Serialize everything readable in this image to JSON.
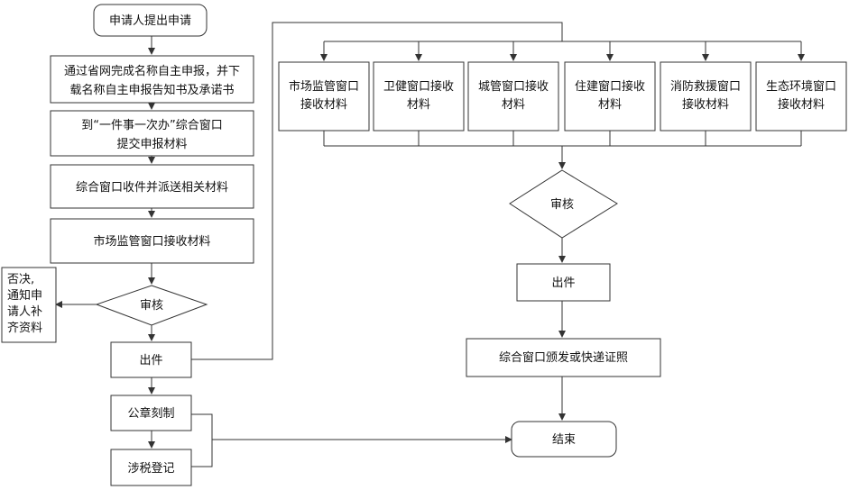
{
  "nodes": {
    "start": [
      "申请人提出申请"
    ],
    "online_apply": [
      "通过省网完成名称自主申报，并下",
      "载名称自主申报告知书及承诺书"
    ],
    "submit_window": [
      "到“一件事一次办”综合窗口",
      "提交申报材料"
    ],
    "dispatch": [
      "综合窗口收件并派送相关材料"
    ],
    "market_receive_left": [
      "市场监管窗口接收材料"
    ],
    "review_left": [
      "审核"
    ],
    "reject_note": [
      "否决,",
      "通知申",
      "请人补",
      "齐资料"
    ],
    "issue_left": [
      "出件"
    ],
    "seal": [
      "公章刻制"
    ],
    "tax": [
      "涉税登记"
    ],
    "win_market": [
      "市场监管窗口",
      "接收材料"
    ],
    "win_health": [
      "卫健窗口接收",
      "材料"
    ],
    "win_urban": [
      "城管窗口接收",
      "材料"
    ],
    "win_housing": [
      "住建窗口接收",
      "材料"
    ],
    "win_fire": [
      "消防救援窗口",
      "接收材料"
    ],
    "win_eco": [
      "生态环境窗口",
      "接收材料"
    ],
    "review_right": [
      "审核"
    ],
    "issue_right": [
      "出件"
    ],
    "license": [
      "综合窗口颁发或快递证照"
    ],
    "end": [
      "结束"
    ]
  }
}
